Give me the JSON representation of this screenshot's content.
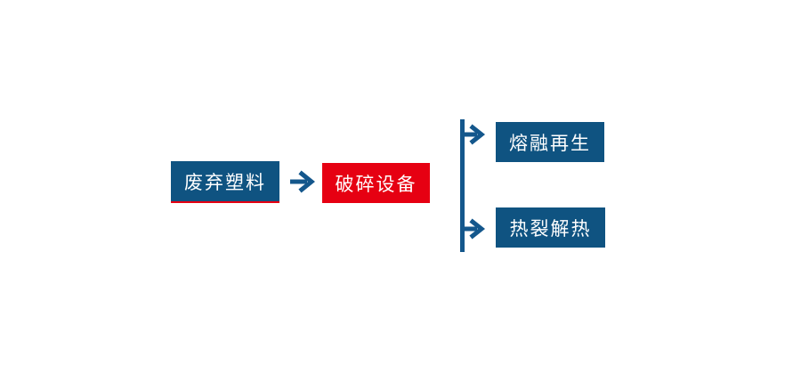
{
  "page": {
    "background": "#ffffff"
  },
  "diagram": {
    "type": "flowchart",
    "direction": "left-to-right",
    "colors": {
      "node_blue": "#0f5381",
      "node_red": "#e60012",
      "connector": "#14578c",
      "text": "#ffffff",
      "accent_underline": "#e60012"
    },
    "nodes": [
      {
        "id": "waste-plastic",
        "label": "废弃塑料",
        "fill": "#0f5381",
        "underline": "#e60012"
      },
      {
        "id": "crushing-equipment",
        "label": "破碎设备",
        "fill": "#e60012"
      },
      {
        "id": "melt-regeneration",
        "label": "熔融再生",
        "fill": "#0f5381"
      },
      {
        "id": "pyrolysis-heat",
        "label": "热裂解热",
        "fill": "#0f5381"
      }
    ],
    "edges": [
      {
        "from": "废弃塑料",
        "to": "破碎设备"
      },
      {
        "from": "破碎设备",
        "to": "熔融再生"
      },
      {
        "from": "破碎设备",
        "to": "热裂解热"
      }
    ]
  }
}
